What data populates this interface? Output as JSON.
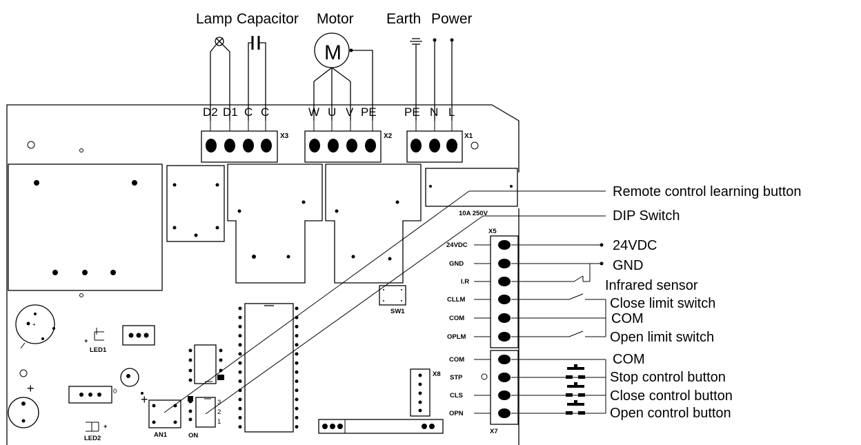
{
  "top_labels": {
    "lamp": "Lamp",
    "capacitor": "Capacitor",
    "motor": "Motor",
    "motor_symbol": "M",
    "earth": "Earth",
    "power": "Power"
  },
  "terminals": {
    "x3": {
      "name": "X3",
      "pins": [
        "D2",
        "D1",
        "C",
        "C"
      ]
    },
    "x2": {
      "name": "X2",
      "pins": [
        "W",
        "U",
        "V",
        "PE"
      ]
    },
    "x1": {
      "name": "X1",
      "pins": [
        "PE",
        "N",
        "L"
      ]
    }
  },
  "board_labels": {
    "relay_rating": "10A 250V",
    "sw1": "SW1",
    "led1": "LED1",
    "led2": "LED2",
    "an1": "AN1",
    "on": "ON",
    "dip_numbers": [
      "3",
      "2",
      "1"
    ],
    "x8": "X8",
    "x5": "X5",
    "x7": "X7",
    "led_plus_1": "+",
    "led_plus_2": "+",
    "cap_plus": "+",
    "cap_plus_2": "+",
    "zero_mark": "0"
  },
  "x5_pins": [
    "24VDC",
    "GND",
    "I.R",
    "CLLM",
    "COM",
    "OPLM"
  ],
  "x7_pins": [
    "COM",
    "STP",
    "CLS",
    "OPN"
  ],
  "callouts": {
    "remote": "Remote control learning button",
    "dip": "DIP Switch",
    "v24": "24VDC",
    "gnd": "GND",
    "ir": "Infrared sensor",
    "close_limit": "Close limit switch",
    "com1": "COM",
    "open_limit": "Open limit switch",
    "com2": "COM",
    "stop": "Stop control button",
    "close": "Close control button",
    "open": "Open control button"
  }
}
